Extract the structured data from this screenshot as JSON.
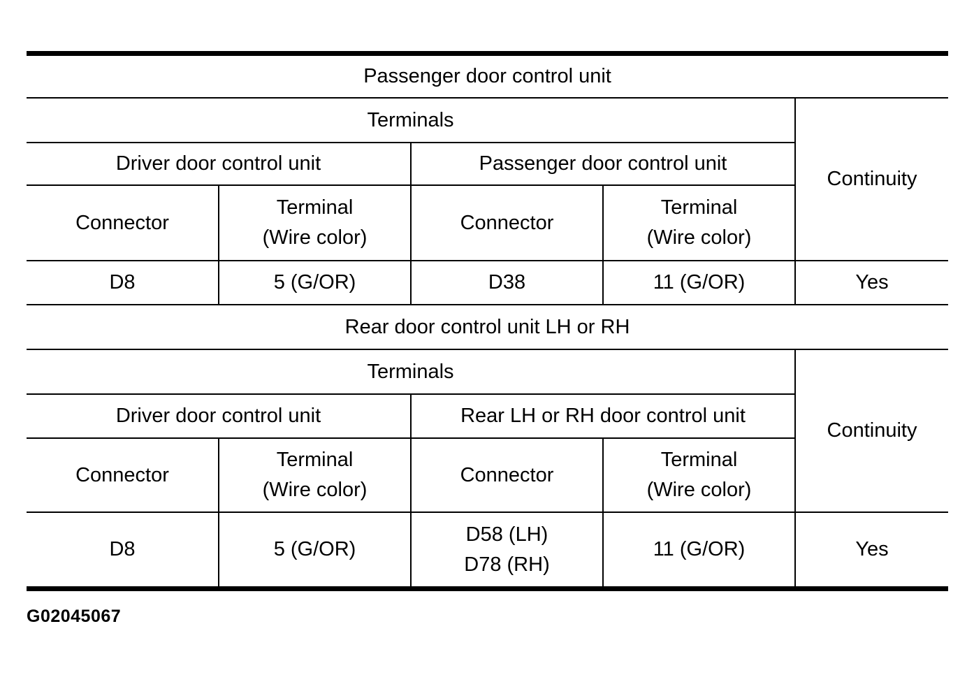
{
  "page": {
    "figure_id": "G02045067",
    "colors": {
      "text": "#000000",
      "lines": "#000000",
      "background": "#ffffff"
    }
  },
  "tables": [
    {
      "title": "Passenger door control unit",
      "terminals_header": "Terminals",
      "continuity_header": "Continuity",
      "left_unit": "Driver door control unit",
      "right_unit": "Passenger door control unit",
      "col_headers": {
        "connector": "Connector",
        "terminal_line1": "Terminal",
        "terminal_line2": "(Wire color)"
      },
      "row": {
        "left_connector": "D8",
        "left_terminal": "5 (G/OR)",
        "right_connector": "D38",
        "right_terminal": "11 (G/OR)",
        "continuity": "Yes"
      }
    },
    {
      "title": "Rear door control unit LH or RH",
      "terminals_header": "Terminals",
      "continuity_header": "Continuity",
      "left_unit": "Driver door control unit",
      "right_unit": "Rear LH or RH door control unit",
      "col_headers": {
        "connector": "Connector",
        "terminal_line1": "Terminal",
        "terminal_line2": "(Wire color)"
      },
      "row": {
        "left_connector": "D8",
        "left_terminal": "5 (G/OR)",
        "right_connector_line1": "D58 (LH)",
        "right_connector_line2": "D78 (RH)",
        "right_terminal": "11 (G/OR)",
        "continuity": "Yes"
      }
    }
  ]
}
